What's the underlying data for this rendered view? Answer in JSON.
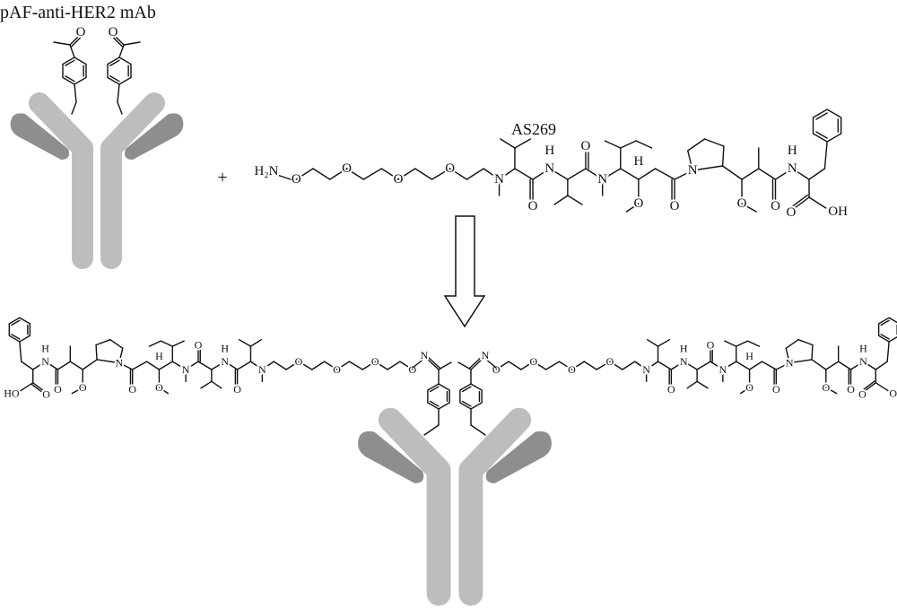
{
  "title": "pAF-anti-HER2 mAb",
  "plus": "+",
  "reagent": {
    "name": "AS269",
    "amine": "H₂N",
    "atoms": [
      "O",
      "O",
      "O",
      "O",
      "N",
      "O",
      "N",
      "H",
      "O",
      "N",
      "H",
      "O",
      "O",
      "N",
      "O",
      "O",
      "N",
      "H",
      "O",
      "OH"
    ]
  },
  "mab_linker": {
    "left_carbonyl": "O",
    "right_carbonyl": "O"
  },
  "conjugate": {
    "left_oxime_N": "N",
    "right_oxime_N": "N",
    "left_atoms": [
      "O",
      "O",
      "O",
      "O",
      "N",
      "O",
      "N",
      "H",
      "O",
      "N",
      "H",
      "O",
      "O",
      "N",
      "O",
      "O",
      "N",
      "H",
      "O",
      "HO"
    ],
    "right_atoms": [
      "O",
      "O",
      "O",
      "O",
      "N",
      "O",
      "N",
      "H",
      "O",
      "N",
      "H",
      "O",
      "O",
      "N",
      "O",
      "O",
      "N",
      "H",
      "O",
      "OH"
    ]
  },
  "colors": {
    "heavy_chain": "#bdbdbd",
    "light_chain": "#8e8e8e",
    "ink": "#111111"
  }
}
